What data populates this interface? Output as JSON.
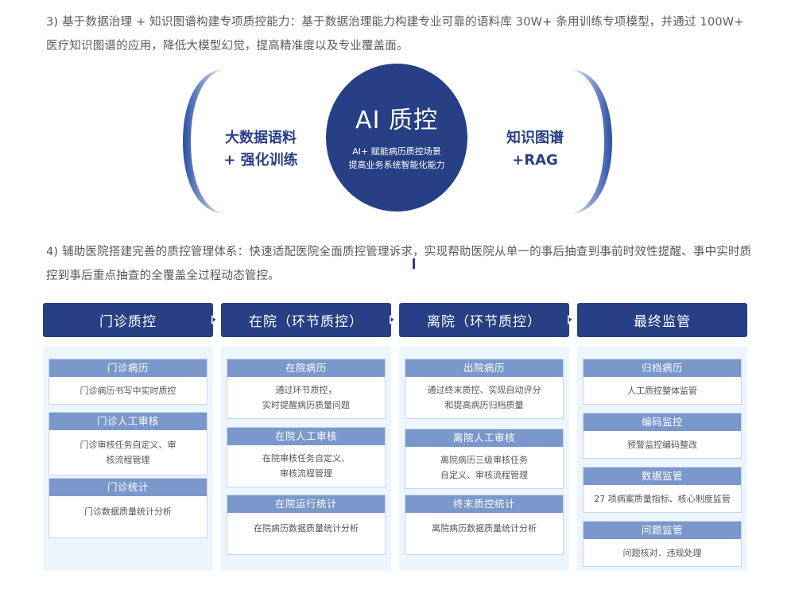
{
  "paragraphs": {
    "p3": "3) 基于数据治理 + 知识图谱构建专项质控能力：基于数据治理能力构建专业可靠的语料库 30W+ 条用训练专项模型，并通过 100W+ 医疗知识图谱的应用，降低大模型幻觉，提高精准度以及专业覆盖面。",
    "p4": "4) 辅助医院搭建完善的质控管理体系：快速适配医院全面质控管理诉求，实现帮助医院从单一的事后抽查到事前时效性提醒、事中实时质控到事后重点抽查的全覆盖全过程动态管控。"
  },
  "hero": {
    "title": "AI 质控",
    "subtitle_line1": "AI+ 赋能病历质控场景",
    "subtitle_line2": "提高业务系统智能化能力",
    "left_line1": "大数据语料",
    "left_line2": "+ 强化训练",
    "right_line1": "知识图谱",
    "right_line2": "+RAG"
  },
  "colors": {
    "primary": "#263f85",
    "card_header": "#7a98cc",
    "panel_bg": "#edf5fd",
    "body_text": "#5a5a5a"
  },
  "stages": [
    {
      "title": "门诊质控",
      "cards": [
        {
          "title": "门诊病历",
          "lines": [
            "门诊病历书写中实时质控"
          ]
        },
        {
          "title": "门诊人工审核",
          "lines": [
            "门诊审核任务自定义、审",
            "核流程管理"
          ]
        },
        {
          "title": "门诊统计",
          "lines": [
            "门诊数据质量统计分析"
          ]
        }
      ]
    },
    {
      "title": "在院（环节质控）",
      "cards": [
        {
          "title": "在院病历",
          "lines": [
            "通过环节质控，",
            "实时提醒病历质量问题"
          ]
        },
        {
          "title": "在院人工审核",
          "lines": [
            "在院审核任务自定义、",
            "审核流程管理"
          ]
        },
        {
          "title": "在院运行统计",
          "lines": [
            "在院病历数据质量统计分析"
          ]
        }
      ]
    },
    {
      "title": "离院（环节质控）",
      "cards": [
        {
          "title": "出院病历",
          "lines": [
            "通过终末质控、实现自动评分",
            "和提高病历归档质量"
          ]
        },
        {
          "title": "离院人工审核",
          "lines": [
            "离院病历三级审核任务",
            "自定义、审核流程管理"
          ]
        },
        {
          "title": "终末质控统计",
          "lines": [
            "离院病历数据质量统计分析"
          ]
        }
      ]
    },
    {
      "title": "最终监管",
      "cards": [
        {
          "title": "归档病历",
          "lines": [
            "人工质控整体监管"
          ]
        },
        {
          "title": "编码监控",
          "lines": [
            "预警监控编码整改"
          ]
        },
        {
          "title": "数据监管",
          "lines": [
            "27 项病案质量指标、核心制度监管"
          ]
        },
        {
          "title": "问题监管",
          "lines": [
            "问题核对．违规处理"
          ]
        }
      ]
    }
  ]
}
